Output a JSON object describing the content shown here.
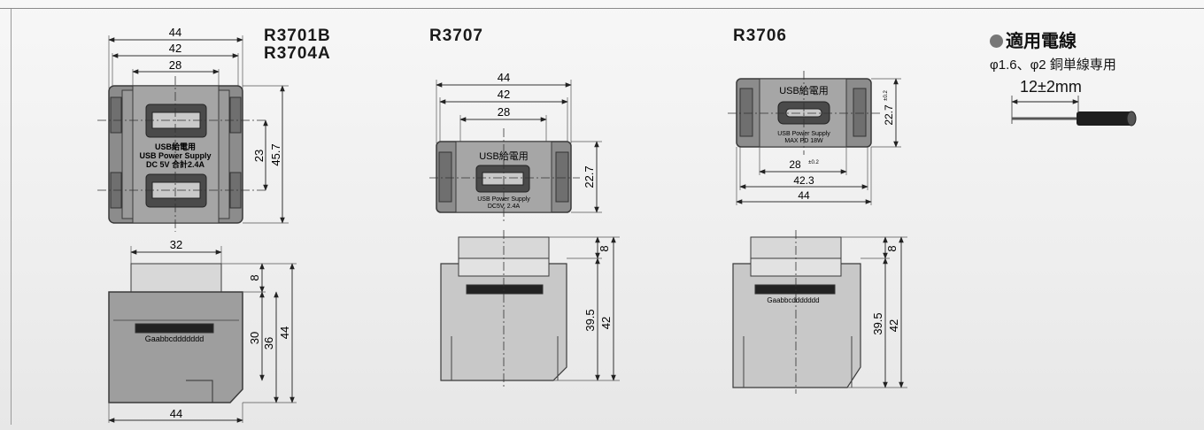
{
  "models": {
    "r3701b": "R3701B",
    "r3704a": "R3704A",
    "r3707": "R3707",
    "r3706": "R3706"
  },
  "wire": {
    "title": "適用電線",
    "spec": "φ1.6、φ2 銅単線専用",
    "strip_length": "12±2mm"
  },
  "dual_front": {
    "dim_top1": "44",
    "dim_top2": "42",
    "dim_top3": "28",
    "dim_right1": "23",
    "dim_right2": "45.7",
    "label1": "USB給電用",
    "label2": "USB Power Supply",
    "label3": "DC 5V 合計2.4A"
  },
  "dual_side": {
    "dim_top": "32",
    "dim_bottom": "44",
    "dim_r1": "8",
    "dim_r2": "30",
    "dim_r3": "36",
    "dim_r4": "44",
    "serial": "Gaabbcddddddd"
  },
  "r3707_front": {
    "dim_top1": "44",
    "dim_top2": "42",
    "dim_top3": "28",
    "dim_right": "22.7",
    "label1": "USB給電用",
    "label2": "USB Power Supply",
    "label3": "DC5V, 2.4A"
  },
  "r3707_side": {
    "dim_r1": "8",
    "dim_r2": "39.5",
    "dim_r3": "42"
  },
  "r3706_front": {
    "label1": "USB給電用",
    "label2": "USB Power Supply",
    "label3": "MAX PD 18W",
    "dim_right": "22.7",
    "dim_right_tol": "±0.2",
    "dim_b1": "28",
    "dim_b1_tol": "±0.2",
    "dim_b2": "42.3",
    "dim_b3": "44"
  },
  "r3706_side": {
    "dim_r1": "8",
    "dim_r2": "39.5",
    "dim_r3": "42",
    "serial": "Gaabbcddddddd"
  }
}
